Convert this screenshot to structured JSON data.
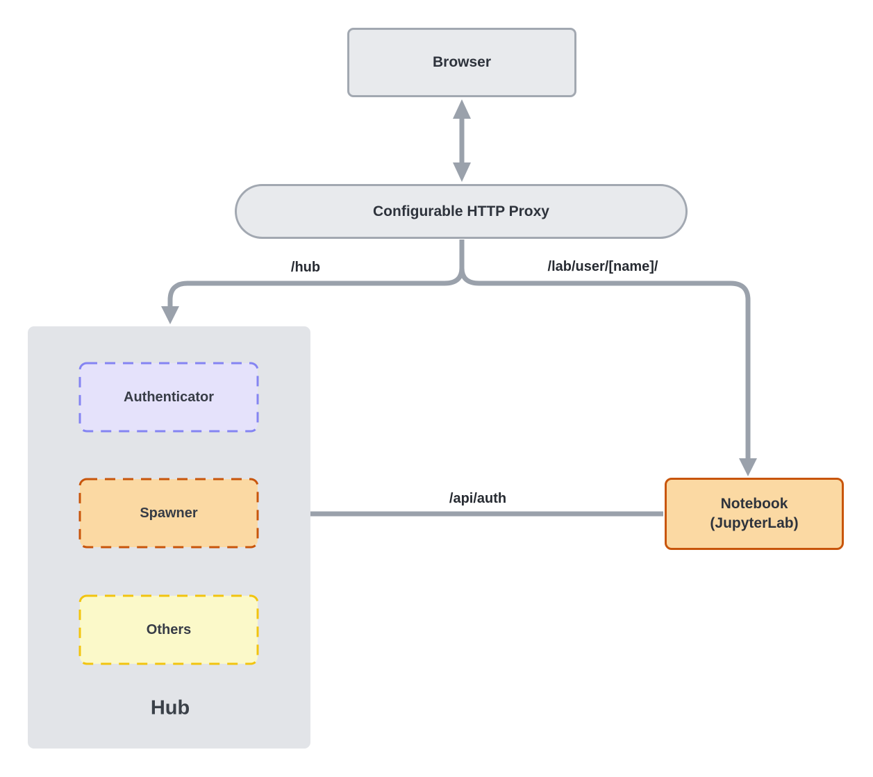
{
  "diagram": {
    "nodes": {
      "browser": {
        "label": "Browser"
      },
      "proxy": {
        "label": "Configurable HTTP Proxy"
      },
      "hub": {
        "label": "Hub"
      },
      "authenticator": {
        "label": "Authenticator"
      },
      "spawner": {
        "label": "Spawner"
      },
      "others": {
        "label": "Others"
      },
      "notebook": {
        "line1": "Notebook",
        "line2": "(JupyterLab)"
      }
    },
    "edges": {
      "browser_proxy": {
        "type": "bidirectional-arrow"
      },
      "proxy_hub": {
        "label": "/hub"
      },
      "proxy_notebook": {
        "label": "/lab/user/[name]/"
      },
      "notebook_spawner": {
        "label": "/api/auth"
      }
    },
    "colors": {
      "connector": "#9aa1ab",
      "gray_node_fill": "#e8eaed",
      "gray_node_border": "#a2a8b1",
      "hub_container_fill": "#e2e4e8",
      "authenticator_fill": "#e5e2fb",
      "authenticator_border": "#8484f2",
      "orange_fill": "#fbd9a3",
      "orange_border": "#c8550b",
      "others_fill": "#fbf9c9",
      "others_border": "#f2c40f",
      "text": "#2e333c"
    }
  }
}
